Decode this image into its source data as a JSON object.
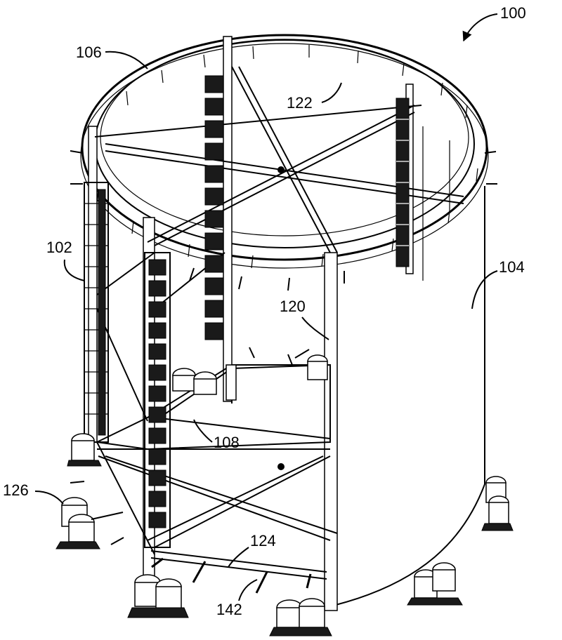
{
  "labels": {
    "l100": "100",
    "l106": "106",
    "l122": "122",
    "l102": "102",
    "l104": "104",
    "l120": "120",
    "l108": "108",
    "l126": "126",
    "l124": "124",
    "l142": "142"
  }
}
